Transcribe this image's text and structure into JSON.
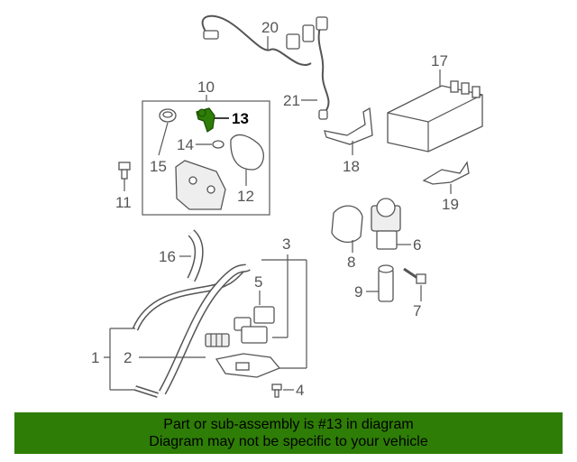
{
  "highlight": {
    "part": "13",
    "color": "#2e7d06"
  },
  "callouts": {
    "c1": "1",
    "c2": "2",
    "c3": "3",
    "c4": "4",
    "c5": "5",
    "c6": "6",
    "c7": "7",
    "c8": "8",
    "c9": "9",
    "c10": "10",
    "c11": "11",
    "c12": "12",
    "c13": "13",
    "c14": "14",
    "c15": "15",
    "c16": "16",
    "c17": "17",
    "c18": "18",
    "c19": "19",
    "c20": "20",
    "c21": "21"
  },
  "footer": {
    "line1": "Part or sub-assembly is #13 in diagram",
    "line2": "Diagram may not be specific to your vehicle",
    "background": "#2e7d06"
  }
}
